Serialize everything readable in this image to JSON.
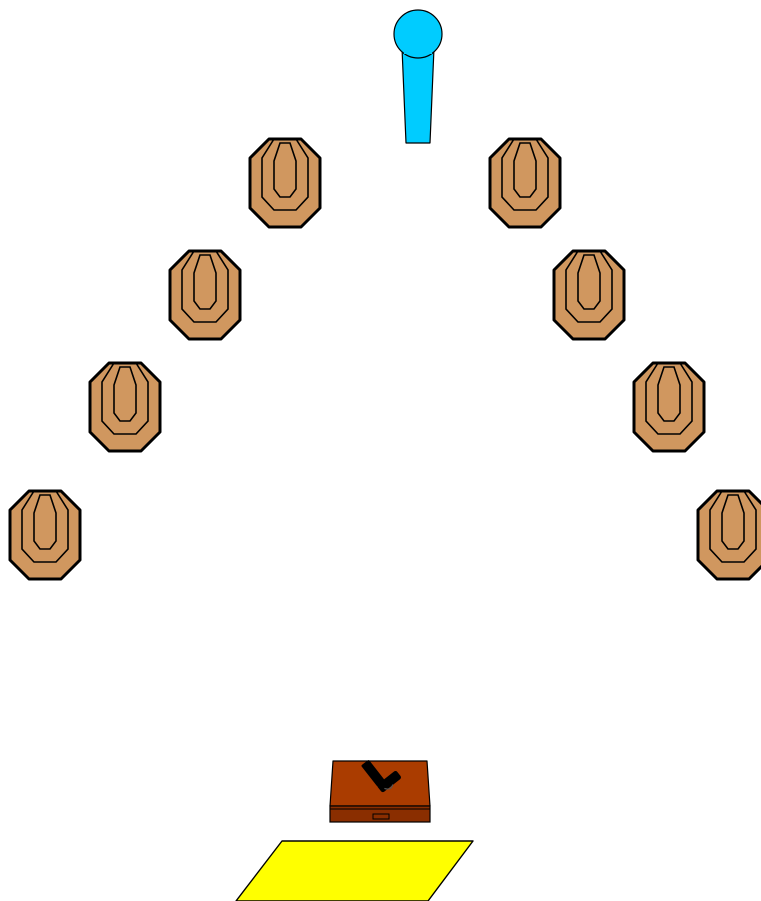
{
  "scene": {
    "background": "#ffffff",
    "outline_color": "#000000"
  },
  "targets": {
    "icon": "steel-plate-target",
    "count": 8,
    "fill_color": "#D0975F",
    "items": [
      {
        "id": "target-left-1",
        "side": "left"
      },
      {
        "id": "target-left-2",
        "side": "left"
      },
      {
        "id": "target-left-3",
        "side": "left"
      },
      {
        "id": "target-left-4",
        "side": "left"
      },
      {
        "id": "target-right-1",
        "side": "right"
      },
      {
        "id": "target-right-2",
        "side": "right"
      },
      {
        "id": "target-right-3",
        "side": "right"
      },
      {
        "id": "target-right-4",
        "side": "right"
      }
    ]
  },
  "popper": {
    "icon": "popper-target",
    "fill_color": "#00CCFF"
  },
  "gun_case": {
    "icon": "gun-case",
    "fill_color": "#AA3C00",
    "lower_color": "#8A2E00"
  },
  "pistol": {
    "icon": "pistol",
    "fill_color": "#000000"
  },
  "shooting_box": {
    "icon": "shooting-box",
    "fill_color": "#FFFF00"
  }
}
